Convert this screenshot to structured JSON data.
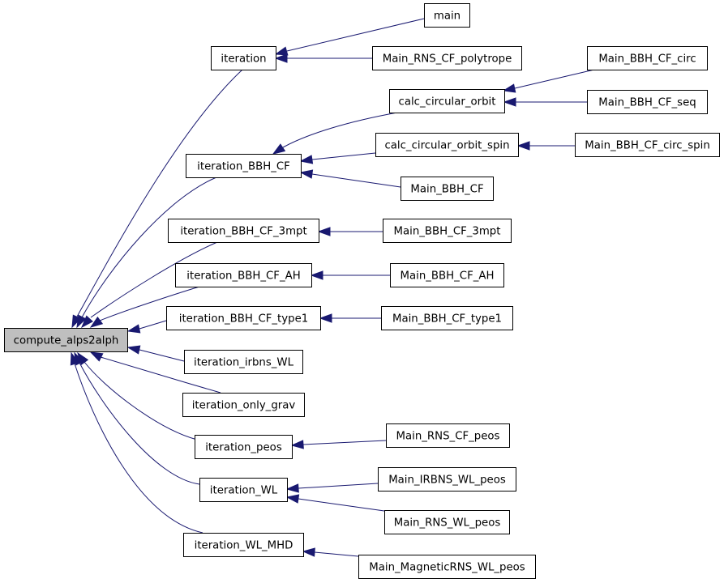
{
  "graph": {
    "root": "compute_alps2alph",
    "nodes": [
      {
        "id": "compute_alps2alph",
        "label": "compute_alps2alph",
        "selected": true
      },
      {
        "id": "iteration",
        "label": "iteration"
      },
      {
        "id": "iteration_BBH_CF",
        "label": "iteration_BBH_CF"
      },
      {
        "id": "iteration_BBH_CF_3mpt",
        "label": "iteration_BBH_CF_3mpt"
      },
      {
        "id": "iteration_BBH_CF_AH",
        "label": "iteration_BBH_CF_AH"
      },
      {
        "id": "iteration_BBH_CF_type1",
        "label": "iteration_BBH_CF_type1"
      },
      {
        "id": "iteration_irbns_WL",
        "label": "iteration_irbns_WL"
      },
      {
        "id": "iteration_only_grav",
        "label": "iteration_only_grav"
      },
      {
        "id": "iteration_peos",
        "label": "iteration_peos"
      },
      {
        "id": "iteration_WL",
        "label": "iteration_WL"
      },
      {
        "id": "iteration_WL_MHD",
        "label": "iteration_WL_MHD"
      },
      {
        "id": "main",
        "label": "main"
      },
      {
        "id": "Main_RNS_CF_polytrope",
        "label": "Main_RNS_CF_polytrope"
      },
      {
        "id": "calc_circular_orbit",
        "label": "calc_circular_orbit"
      },
      {
        "id": "calc_circular_orbit_spin",
        "label": "calc_circular_orbit_spin"
      },
      {
        "id": "Main_BBH_CF",
        "label": "Main_BBH_CF"
      },
      {
        "id": "Main_BBH_CF_3mpt",
        "label": "Main_BBH_CF_3mpt"
      },
      {
        "id": "Main_BBH_CF_AH",
        "label": "Main_BBH_CF_AH"
      },
      {
        "id": "Main_BBH_CF_type1",
        "label": "Main_BBH_CF_type1"
      },
      {
        "id": "Main_RNS_CF_peos",
        "label": "Main_RNS_CF_peos"
      },
      {
        "id": "Main_IRBNS_WL_peos",
        "label": "Main_IRBNS_WL_peos"
      },
      {
        "id": "Main_RNS_WL_peos",
        "label": "Main_RNS_WL_peos"
      },
      {
        "id": "Main_MagneticRNS_WL_peos",
        "label": "Main_MagneticRNS_WL_peos"
      },
      {
        "id": "Main_BBH_CF_circ",
        "label": "Main_BBH_CF_circ"
      },
      {
        "id": "Main_BBH_CF_seq",
        "label": "Main_BBH_CF_seq"
      },
      {
        "id": "Main_BBH_CF_circ_spin",
        "label": "Main_BBH_CF_circ_spin"
      }
    ],
    "edges": [
      {
        "from": "iteration",
        "to": "compute_alps2alph"
      },
      {
        "from": "iteration_BBH_CF",
        "to": "compute_alps2alph"
      },
      {
        "from": "iteration_BBH_CF_3mpt",
        "to": "compute_alps2alph"
      },
      {
        "from": "iteration_BBH_CF_AH",
        "to": "compute_alps2alph"
      },
      {
        "from": "iteration_BBH_CF_type1",
        "to": "compute_alps2alph"
      },
      {
        "from": "iteration_irbns_WL",
        "to": "compute_alps2alph"
      },
      {
        "from": "iteration_only_grav",
        "to": "compute_alps2alph"
      },
      {
        "from": "iteration_peos",
        "to": "compute_alps2alph"
      },
      {
        "from": "iteration_WL",
        "to": "compute_alps2alph"
      },
      {
        "from": "iteration_WL_MHD",
        "to": "compute_alps2alph"
      },
      {
        "from": "main",
        "to": "iteration"
      },
      {
        "from": "Main_RNS_CF_polytrope",
        "to": "iteration"
      },
      {
        "from": "calc_circular_orbit",
        "to": "iteration_BBH_CF"
      },
      {
        "from": "calc_circular_orbit_spin",
        "to": "iteration_BBH_CF"
      },
      {
        "from": "Main_BBH_CF",
        "to": "iteration_BBH_CF"
      },
      {
        "from": "Main_BBH_CF_circ",
        "to": "calc_circular_orbit"
      },
      {
        "from": "Main_BBH_CF_seq",
        "to": "calc_circular_orbit"
      },
      {
        "from": "Main_BBH_CF_circ_spin",
        "to": "calc_circular_orbit_spin"
      },
      {
        "from": "Main_BBH_CF_3mpt",
        "to": "iteration_BBH_CF_3mpt"
      },
      {
        "from": "Main_BBH_CF_AH",
        "to": "iteration_BBH_CF_AH"
      },
      {
        "from": "Main_BBH_CF_type1",
        "to": "iteration_BBH_CF_type1"
      },
      {
        "from": "Main_RNS_CF_peos",
        "to": "iteration_peos"
      },
      {
        "from": "Main_IRBNS_WL_peos",
        "to": "iteration_WL"
      },
      {
        "from": "Main_RNS_WL_peos",
        "to": "iteration_WL"
      },
      {
        "from": "Main_MagneticRNS_WL_peos",
        "to": "iteration_WL_MHD"
      }
    ]
  }
}
